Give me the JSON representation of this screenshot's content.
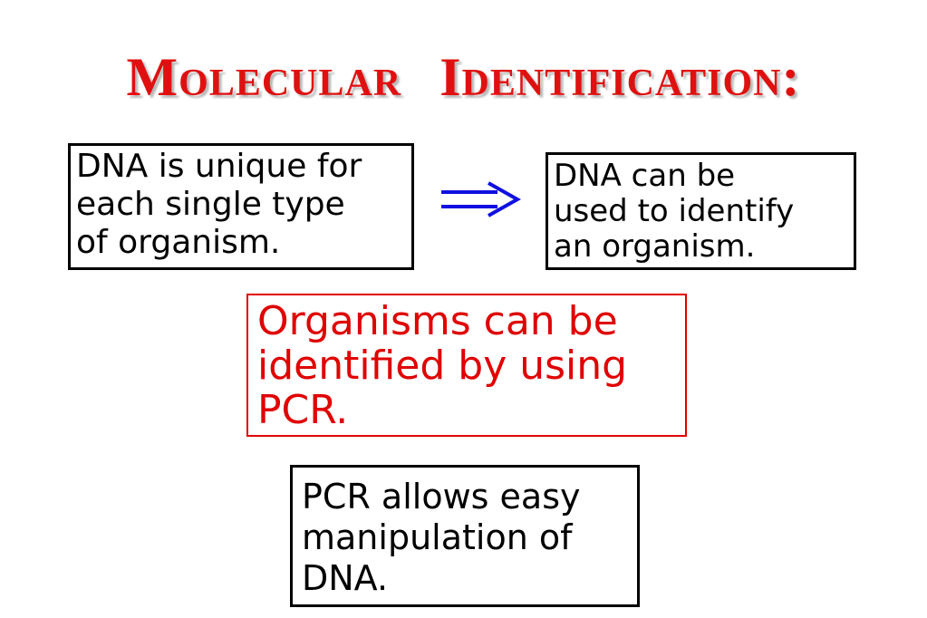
{
  "title": {
    "part1": "Molecular",
    "part2": "Identification:"
  },
  "boxes": {
    "unique": "DNA is unique for\neach single type\nof organism.",
    "identify": "DNA can be\nused to identify\nan organism.",
    "pcr_identify": "Organisms can be\nidentified by using\nPCR.",
    "pcr_manip": "PCR allows easy\nmanipulation of\nDNA."
  },
  "icons": {
    "arrow": "double-right-arrow-icon"
  },
  "colors": {
    "title": "#e01010",
    "highlight": "#e00000",
    "arrow": "#1010e0",
    "border": "#000000"
  }
}
